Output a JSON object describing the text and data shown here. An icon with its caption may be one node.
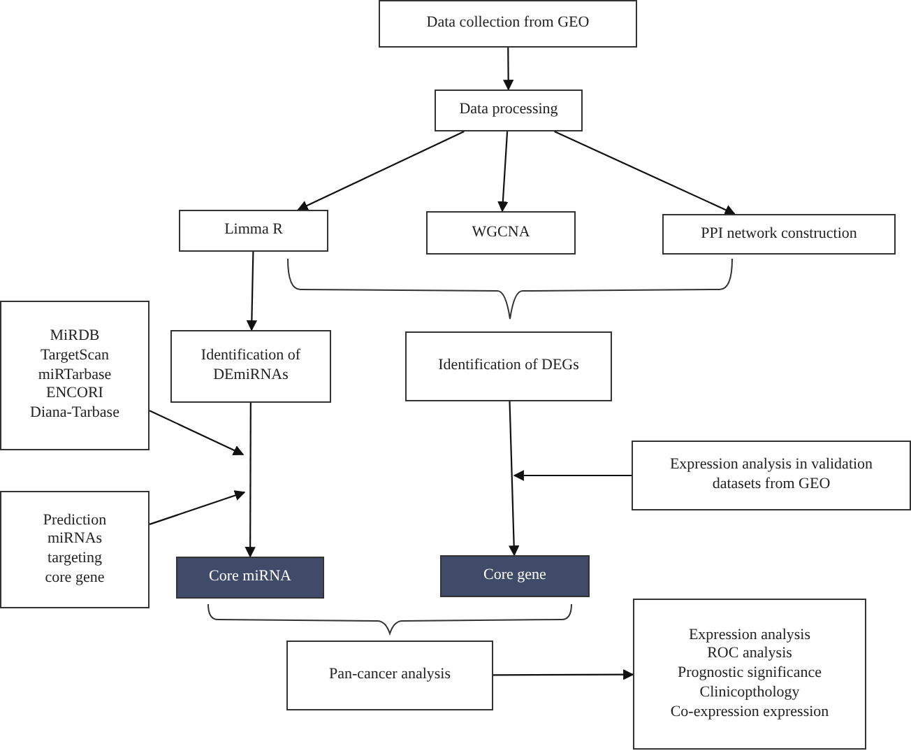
{
  "diagram": {
    "nodes": [
      {
        "text": [
          "Data collection from GEO"
        ]
      },
      {
        "text": [
          "Data processing"
        ]
      },
      {
        "text": [
          "Limma R"
        ]
      },
      {
        "text": [
          "WGCNA"
        ]
      },
      {
        "text": [
          "PPI network construction"
        ]
      },
      {
        "text": [
          "MiRDB",
          "TargetScan",
          "miRTarbase",
          "ENCORI",
          "Diana-Tarbase"
        ]
      },
      {
        "text": [
          "Identification of DEmiRNAs"
        ]
      },
      {
        "text": [
          "Identification of DEGs"
        ]
      },
      {
        "text": [
          "Expression analysis in validation datasets from GEO"
        ]
      },
      {
        "text": [
          "Prediction miRNAs targeting core gene"
        ]
      },
      {
        "text": [
          "Core miRNA"
        ]
      },
      {
        "text": [
          "Core gene"
        ]
      },
      {
        "text": [
          "Pan-cancer analysis"
        ]
      },
      {
        "text": [
          "Expression analysis",
          "ROC analysis",
          "Prognostic significance",
          "Clinicopthology",
          "Co-expression expression"
        ]
      }
    ],
    "edges": [
      {
        "from": 0,
        "to": 1,
        "arrow": "to"
      },
      {
        "from": 1,
        "to": 2,
        "arrow": "to"
      },
      {
        "from": 1,
        "to": 3,
        "arrow": "to"
      },
      {
        "from": 1,
        "to": 4,
        "arrow": "to"
      },
      {
        "from": 2,
        "to": 6,
        "arrow": "to"
      },
      {
        "from": 6,
        "to": 10,
        "arrow": "to"
      },
      {
        "from": 7,
        "to": 11,
        "arrow": "to"
      },
      {
        "from": 5,
        "to": null,
        "arrow": "to"
      },
      {
        "from": 9,
        "to": null,
        "arrow": "to"
      },
      {
        "from": 8,
        "to": null,
        "arrow": "to"
      },
      {
        "from": 12,
        "to": 13,
        "arrow": "to"
      }
    ]
  }
}
